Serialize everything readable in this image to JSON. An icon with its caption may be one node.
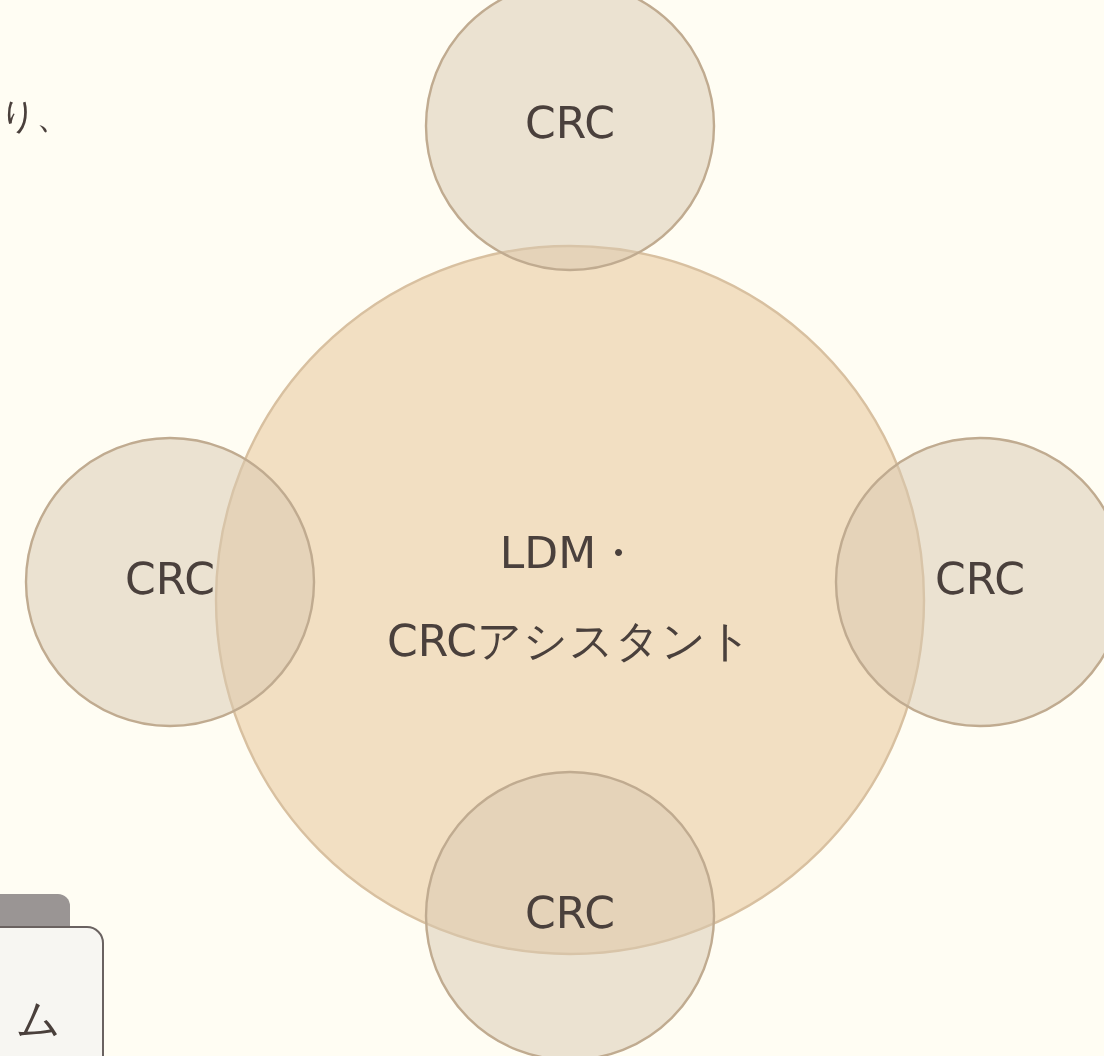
{
  "diagram": {
    "nodes": [
      {
        "text": [
          "LDM・",
          "CRCアシスタント"
        ]
      },
      {
        "text": [
          "CRC"
        ]
      },
      {
        "text": [
          "CRC"
        ]
      },
      {
        "text": [
          "CRC"
        ]
      },
      {
        "text": [
          "CRC"
        ]
      },
      {
        "text": [
          "ム"
        ]
      }
    ],
    "labels": [
      "り、"
    ]
  }
}
